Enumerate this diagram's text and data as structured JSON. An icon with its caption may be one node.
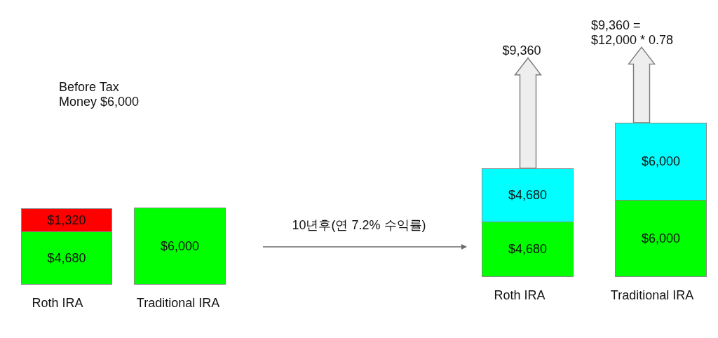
{
  "diagram": {
    "nodes": [
      {
        "text": [
          "$1,320"
        ]
      },
      {
        "text": [
          "$4,680"
        ]
      },
      {
        "text": [
          "$6,000"
        ]
      },
      {
        "text": [
          "$9,360"
        ]
      },
      {
        "text": [
          "$4,680"
        ]
      },
      {
        "text": [
          "$4,680"
        ]
      },
      {
        "text": [
          "$9,360 = $12,000 * 0.78"
        ]
      },
      {
        "text": [
          "$6,000"
        ]
      },
      {
        "text": [
          "$6,000"
        ]
      }
    ],
    "edges": [
      {
        "from": 4,
        "to": 3,
        "arrow": "to",
        "style": "thick"
      },
      {
        "from": 7,
        "to": 6,
        "arrow": "to",
        "style": "thick"
      }
    ],
    "labels": [
      "Before Tax Money $6,000",
      "Roth IRA",
      "Traditional IRA",
      "10년후(연 7.2% 수익률)",
      "Roth IRA",
      "Traditional IRA"
    ]
  }
}
